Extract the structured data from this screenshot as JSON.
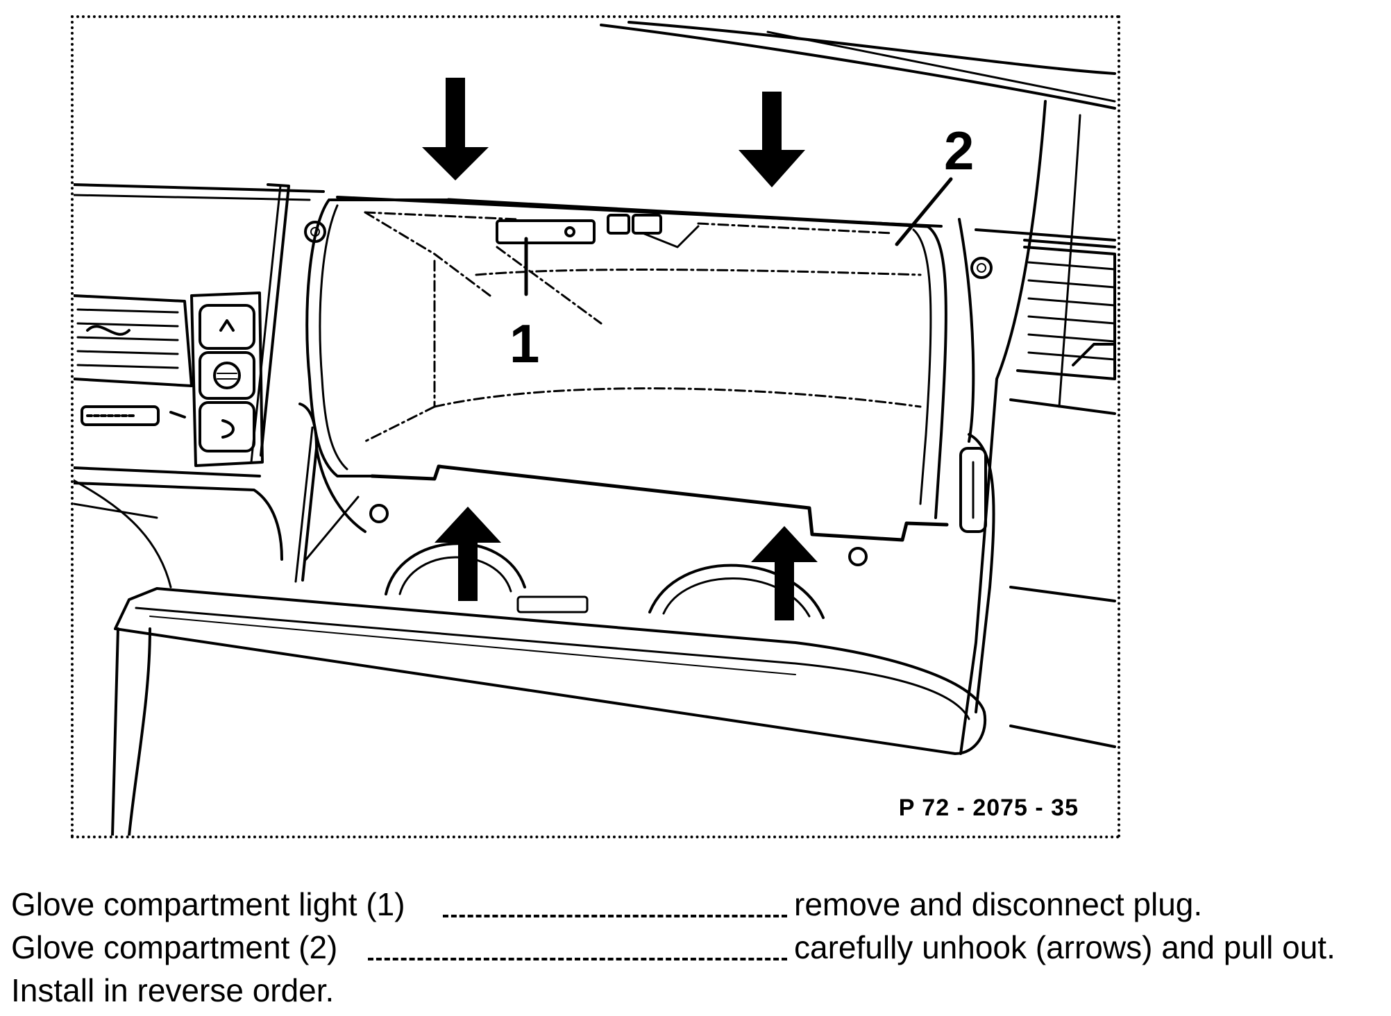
{
  "figure": {
    "code": "P 72 - 2075 - 35",
    "callouts": [
      "1",
      "2"
    ]
  },
  "instructions": [
    {
      "label": "Glove compartment light (1)",
      "action": "remove and disconnect plug."
    },
    {
      "label": "Glove compartment (2)",
      "action": "carefully unhook (arrows) and pull out."
    }
  ],
  "note": "Install in reverse order."
}
